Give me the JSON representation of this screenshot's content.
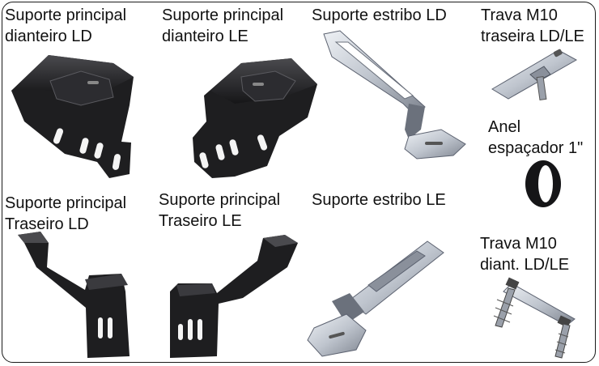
{
  "labels": {
    "front_right": [
      "Suporte principal",
      "dianteiro LD"
    ],
    "front_left": [
      "Suporte principal",
      "dianteiro LE"
    ],
    "step_right": "Suporte estribo LD",
    "rear_lock": [
      "Trava M10",
      "traseira LD/LE"
    ],
    "spacer": [
      "Anel",
      "espaçador 1\""
    ],
    "rear_right": [
      "Suporte principal",
      "Traseiro LD"
    ],
    "rear_left": [
      "Suporte principal",
      "Traseiro LE"
    ],
    "step_left": "Suporte estribo LE",
    "front_lock": [
      "Trava M10",
      "diant. LD/LE"
    ]
  },
  "colors": {
    "bracket_black": "#1e1e20",
    "bracket_highlight": "#4a4a4e",
    "steel_light": "#dfe3ea",
    "steel_mid": "#a9b0bb",
    "steel_dark": "#6b717c",
    "border": "#1a1a1a"
  }
}
